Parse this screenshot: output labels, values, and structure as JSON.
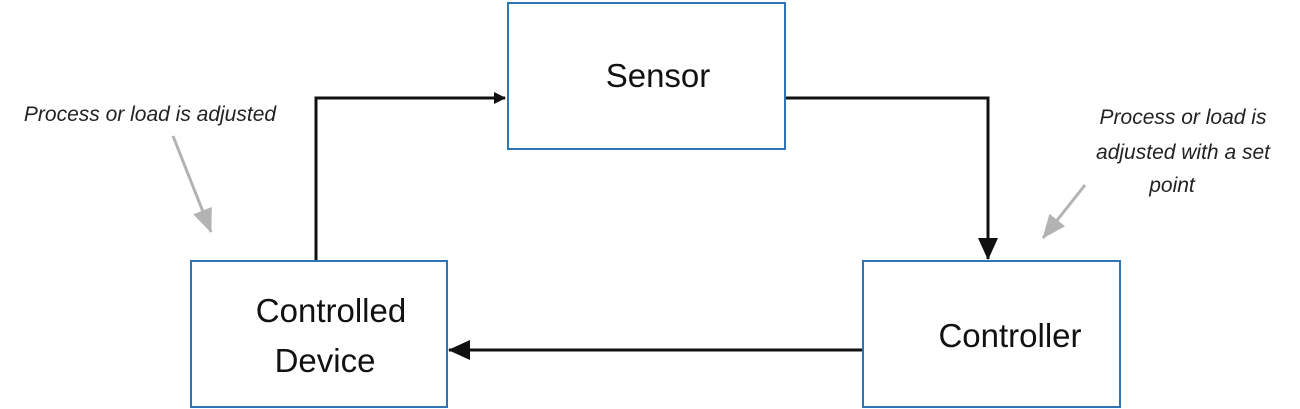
{
  "diagram": {
    "nodes": {
      "sensor": {
        "label": "Sensor"
      },
      "controller": {
        "label": "Controller"
      },
      "controlled_device": {
        "line1": "Controlled",
        "line2": "Device"
      }
    },
    "annotations": {
      "left": {
        "text": "Process or load is adjusted"
      },
      "right": {
        "line1": "Process or load is",
        "line2": "adjusted with a set",
        "line3": "point"
      }
    },
    "edges": [
      {
        "from": "Controlled Device",
        "to": "Sensor"
      },
      {
        "from": "Sensor",
        "to": "Controller"
      },
      {
        "from": "Controller",
        "to": "Controlled Device"
      }
    ],
    "colors": {
      "box_border": "#2e75b6",
      "flow_arrow": "#111111",
      "annotation_arrow": "#b3b3b3"
    }
  }
}
